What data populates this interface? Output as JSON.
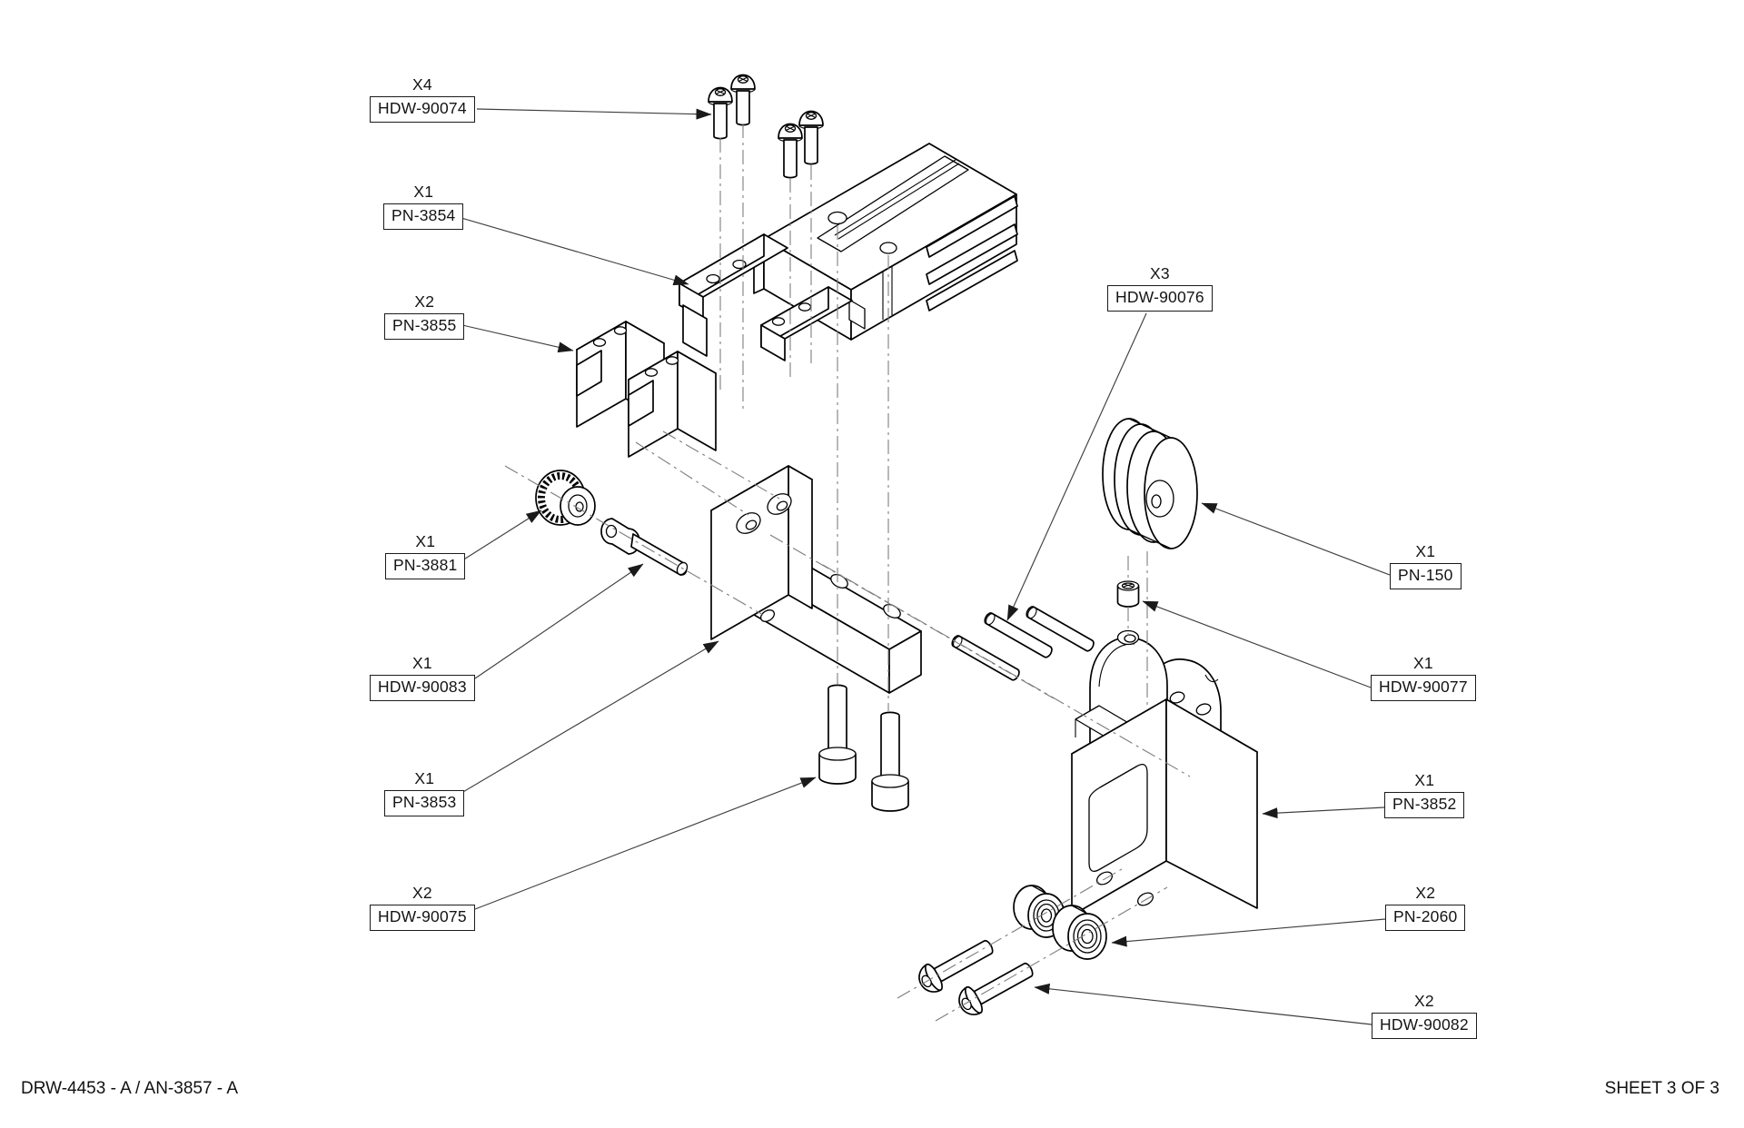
{
  "sheet": {
    "footer_left": "DRW-4453 - A / AN-3857 - A",
    "footer_right": "SHEET 3 OF 3",
    "background_color": "#ffffff",
    "line_color": "#000000",
    "centerline_color": "#7d7d7d"
  },
  "callouts": [
    {
      "qty": "X4",
      "part": "HDW-90074"
    },
    {
      "qty": "X1",
      "part": "PN-3854"
    },
    {
      "qty": "X2",
      "part": "PN-3855"
    },
    {
      "qty": "X1",
      "part": "PN-3881"
    },
    {
      "qty": "X1",
      "part": "HDW-90083"
    },
    {
      "qty": "X1",
      "part": "PN-3853"
    },
    {
      "qty": "X2",
      "part": "HDW-90075"
    },
    {
      "qty": "X3",
      "part": "HDW-90076"
    },
    {
      "qty": "X1",
      "part": "PN-150"
    },
    {
      "qty": "X1",
      "part": "HDW-90077"
    },
    {
      "qty": "X1",
      "part": "PN-3852"
    },
    {
      "qty": "X2",
      "part": "PN-2060"
    },
    {
      "qty": "X2",
      "part": "HDW-90082"
    }
  ]
}
